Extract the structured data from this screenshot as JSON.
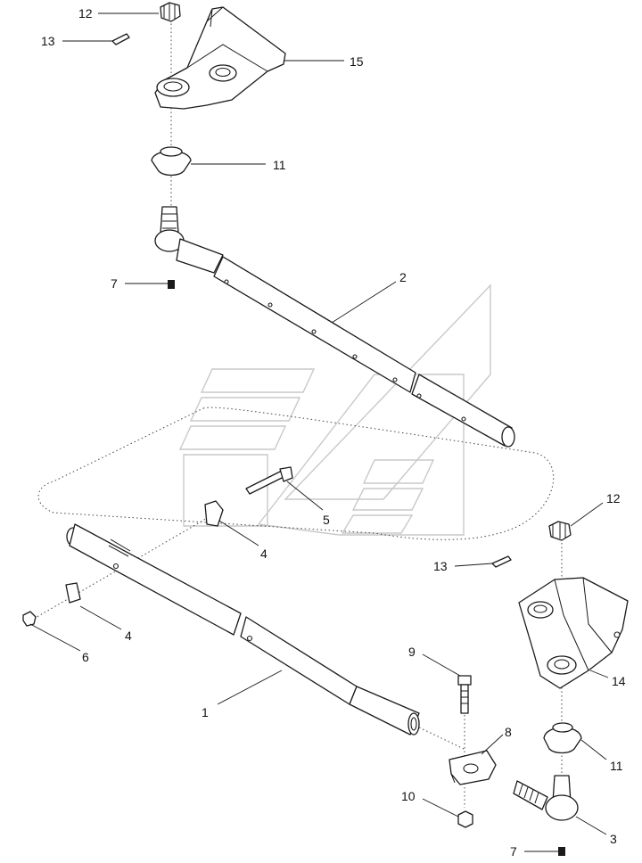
{
  "diagram": {
    "callouts": [
      {
        "id": "c12a",
        "label": "12"
      },
      {
        "id": "c13a",
        "label": "13"
      },
      {
        "id": "c15",
        "label": "15"
      },
      {
        "id": "c11a",
        "label": "11"
      },
      {
        "id": "c7a",
        "label": "7"
      },
      {
        "id": "c2",
        "label": "2"
      },
      {
        "id": "c5",
        "label": "5"
      },
      {
        "id": "c4a",
        "label": "4"
      },
      {
        "id": "c4b",
        "label": "4"
      },
      {
        "id": "c6",
        "label": "6"
      },
      {
        "id": "c1",
        "label": "1"
      },
      {
        "id": "c12b",
        "label": "12"
      },
      {
        "id": "c13b",
        "label": "13"
      },
      {
        "id": "c14",
        "label": "14"
      },
      {
        "id": "c9",
        "label": "9"
      },
      {
        "id": "c8",
        "label": "8"
      },
      {
        "id": "c11b",
        "label": "11"
      },
      {
        "id": "c10",
        "label": "10"
      },
      {
        "id": "c3",
        "label": "3"
      },
      {
        "id": "c7b",
        "label": "7"
      }
    ]
  }
}
